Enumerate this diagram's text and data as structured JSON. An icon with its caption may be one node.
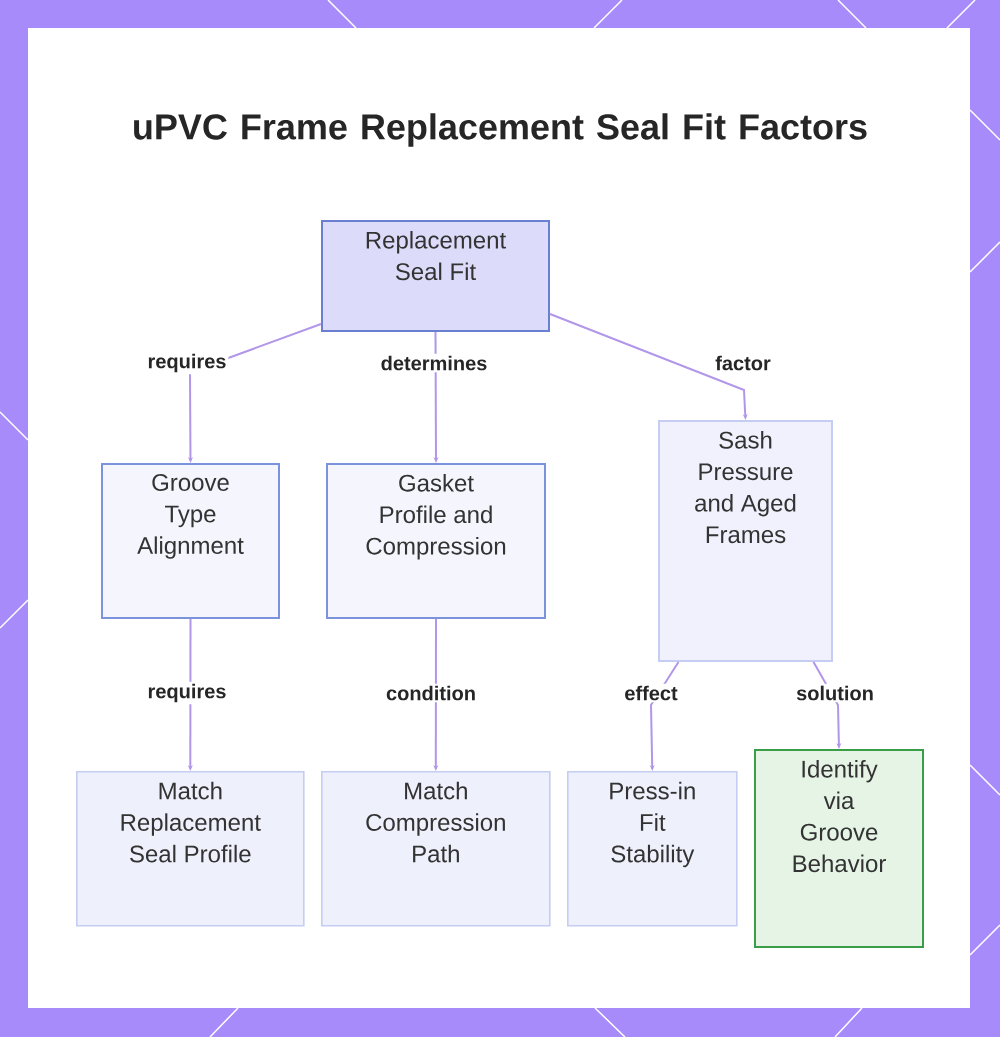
{
  "diagram": {
    "title": "uPVC Frame Replacement Seal Fit Factors",
    "nodes": [
      {
        "text": [
          "Replacement Seal Fit"
        ]
      },
      {
        "text": [
          "Groove Type Alignment"
        ]
      },
      {
        "text": [
          "Gasket Profile and Compression"
        ]
      },
      {
        "text": [
          "Sash Pressure and Aged Frames"
        ]
      },
      {
        "text": [
          "Match Replacement Seal Profile"
        ]
      },
      {
        "text": [
          "Match Compression Path"
        ]
      },
      {
        "text": [
          "Press-in Fit Stability"
        ]
      },
      {
        "text": [
          "Identify via Groove Behavior"
        ]
      }
    ],
    "edges": [
      {
        "from": 0,
        "to": 1,
        "arrow": "to",
        "label": "requires"
      },
      {
        "from": 0,
        "to": 2,
        "arrow": "to",
        "label": "determines"
      },
      {
        "from": 0,
        "to": 3,
        "arrow": "to",
        "label": "factor"
      },
      {
        "from": 1,
        "to": 4,
        "arrow": "to",
        "label": "requires"
      },
      {
        "from": 2,
        "to": 5,
        "arrow": "to",
        "label": "condition"
      },
      {
        "from": 3,
        "to": 6,
        "arrow": "to",
        "label": "effect"
      },
      {
        "from": 3,
        "to": 7,
        "arrow": "to",
        "label": "solution"
      }
    ]
  }
}
